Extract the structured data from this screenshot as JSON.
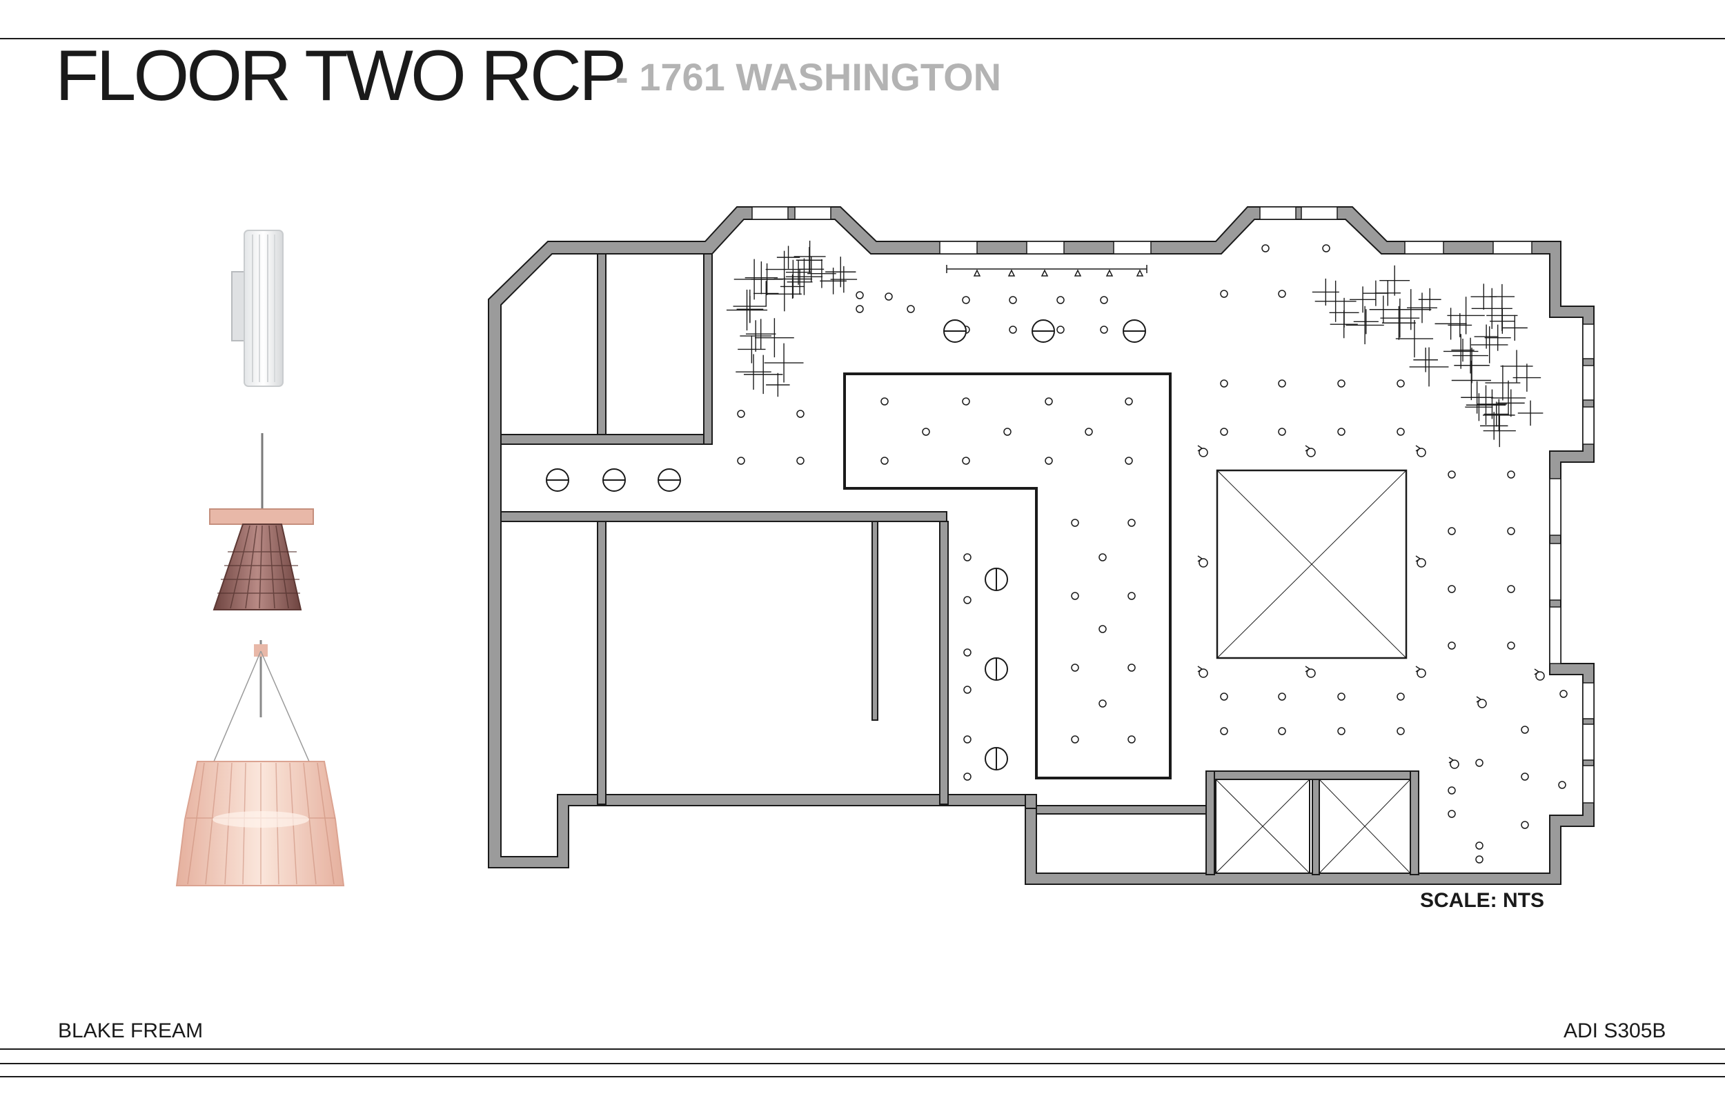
{
  "sheet": {
    "title": "FLOOR TWO RCP",
    "subtitle": "- 1761 WASHINGTON",
    "scale": "SCALE: NTS",
    "author": "BLAKE FREAM",
    "course": "ADI S305B"
  },
  "fixtures": [
    {
      "icon": "wall-sconce-icon"
    },
    {
      "icon": "pendant-cone-icon"
    },
    {
      "icon": "pendant-drum-icon"
    }
  ],
  "colors": {
    "wall": "#9b9b9b",
    "ink": "#1a1a1a",
    "subtitle": "#b3b3b3",
    "pendant_copper": "#8a5a55",
    "pendant_blush": "#e8b8a8"
  }
}
